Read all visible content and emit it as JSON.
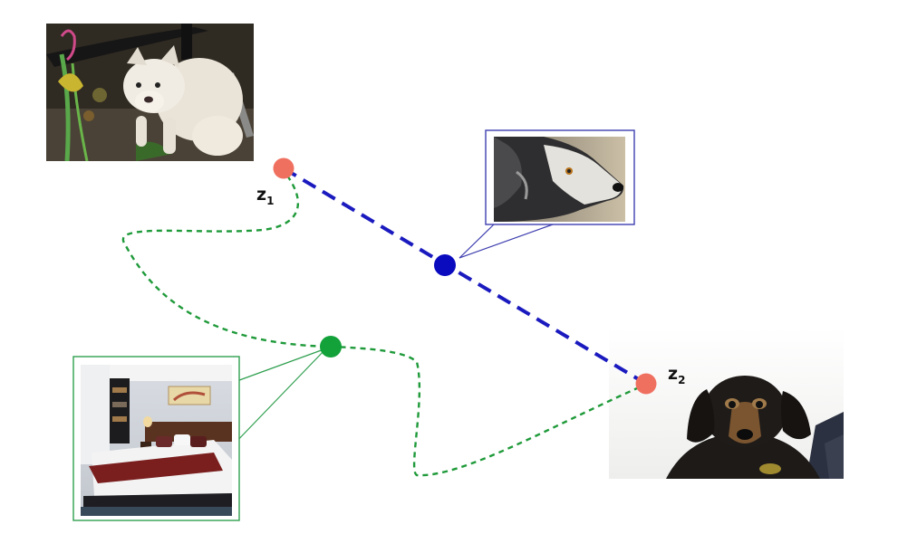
{
  "diagram": {
    "endpoint_labels": {
      "z1": {
        "letter": "z",
        "sub": "1"
      },
      "z2": {
        "letter": "z",
        "sub": "2"
      }
    },
    "nodes": [
      {
        "id": "z1",
        "kind": "endpoint",
        "color": "#f07060"
      },
      {
        "id": "z2",
        "kind": "endpoint",
        "color": "#f07060"
      },
      {
        "id": "linear-midpoint",
        "kind": "interpolant",
        "color": "#0a0abf"
      },
      {
        "id": "curved-midpoint",
        "kind": "interpolant",
        "color": "#13a13a"
      }
    ],
    "paths": [
      {
        "id": "linear-path",
        "style": "dashed",
        "color": "#1a1abf"
      },
      {
        "id": "curved-path",
        "style": "dashed",
        "color": "#1f9a3a"
      }
    ],
    "images": [
      {
        "id": "white-dog-photo",
        "icon": "white-dog-photo"
      },
      {
        "id": "dark-dog-photo",
        "icon": "black-dog-photo"
      },
      {
        "id": "collie-photo",
        "icon": "collie-photo",
        "frame_color": "#3f3fb0"
      },
      {
        "id": "bedroom-photo",
        "icon": "bedroom-photo",
        "frame_color": "#2f9f4f"
      }
    ]
  }
}
